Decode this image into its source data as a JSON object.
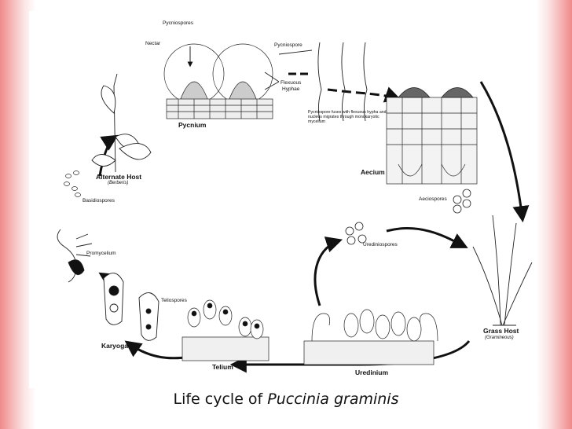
{
  "caption": {
    "prefix": "Life cycle of ",
    "species": "Puccinia graminis"
  },
  "labels": {
    "pycniospores": "Pycniospores",
    "nectar": "Nectar",
    "pycniospore": "Pycniospore",
    "flexuous_hyphae_1": "Flexuous",
    "flexuous_hyphae_2": "Hyphae",
    "pycnium": "Pycnium",
    "fusion_note": "Pycniospore fuses with flexuous hypha and nucleus migrates through monokaryotic mycelium",
    "aecium": "Aecium",
    "aeciospores": "Aeciospores",
    "alternate_host": "Alternate Host",
    "alternate_host_sci": "(Berberis)",
    "basidiospores": "Basidiospores",
    "promycelium": "Promycelium",
    "teliospores": "Teliospores",
    "karyogamy": "Karyogamy",
    "telium": "Telium",
    "urediniospores": "Urediniospores",
    "uredinium": "Uredinium",
    "grass_host": "Grass Host",
    "grass_host_sci": "(Gramineous)"
  },
  "colors": {
    "ink": "#111111",
    "background": "#ffffff",
    "border_red": "#f08a8a"
  }
}
